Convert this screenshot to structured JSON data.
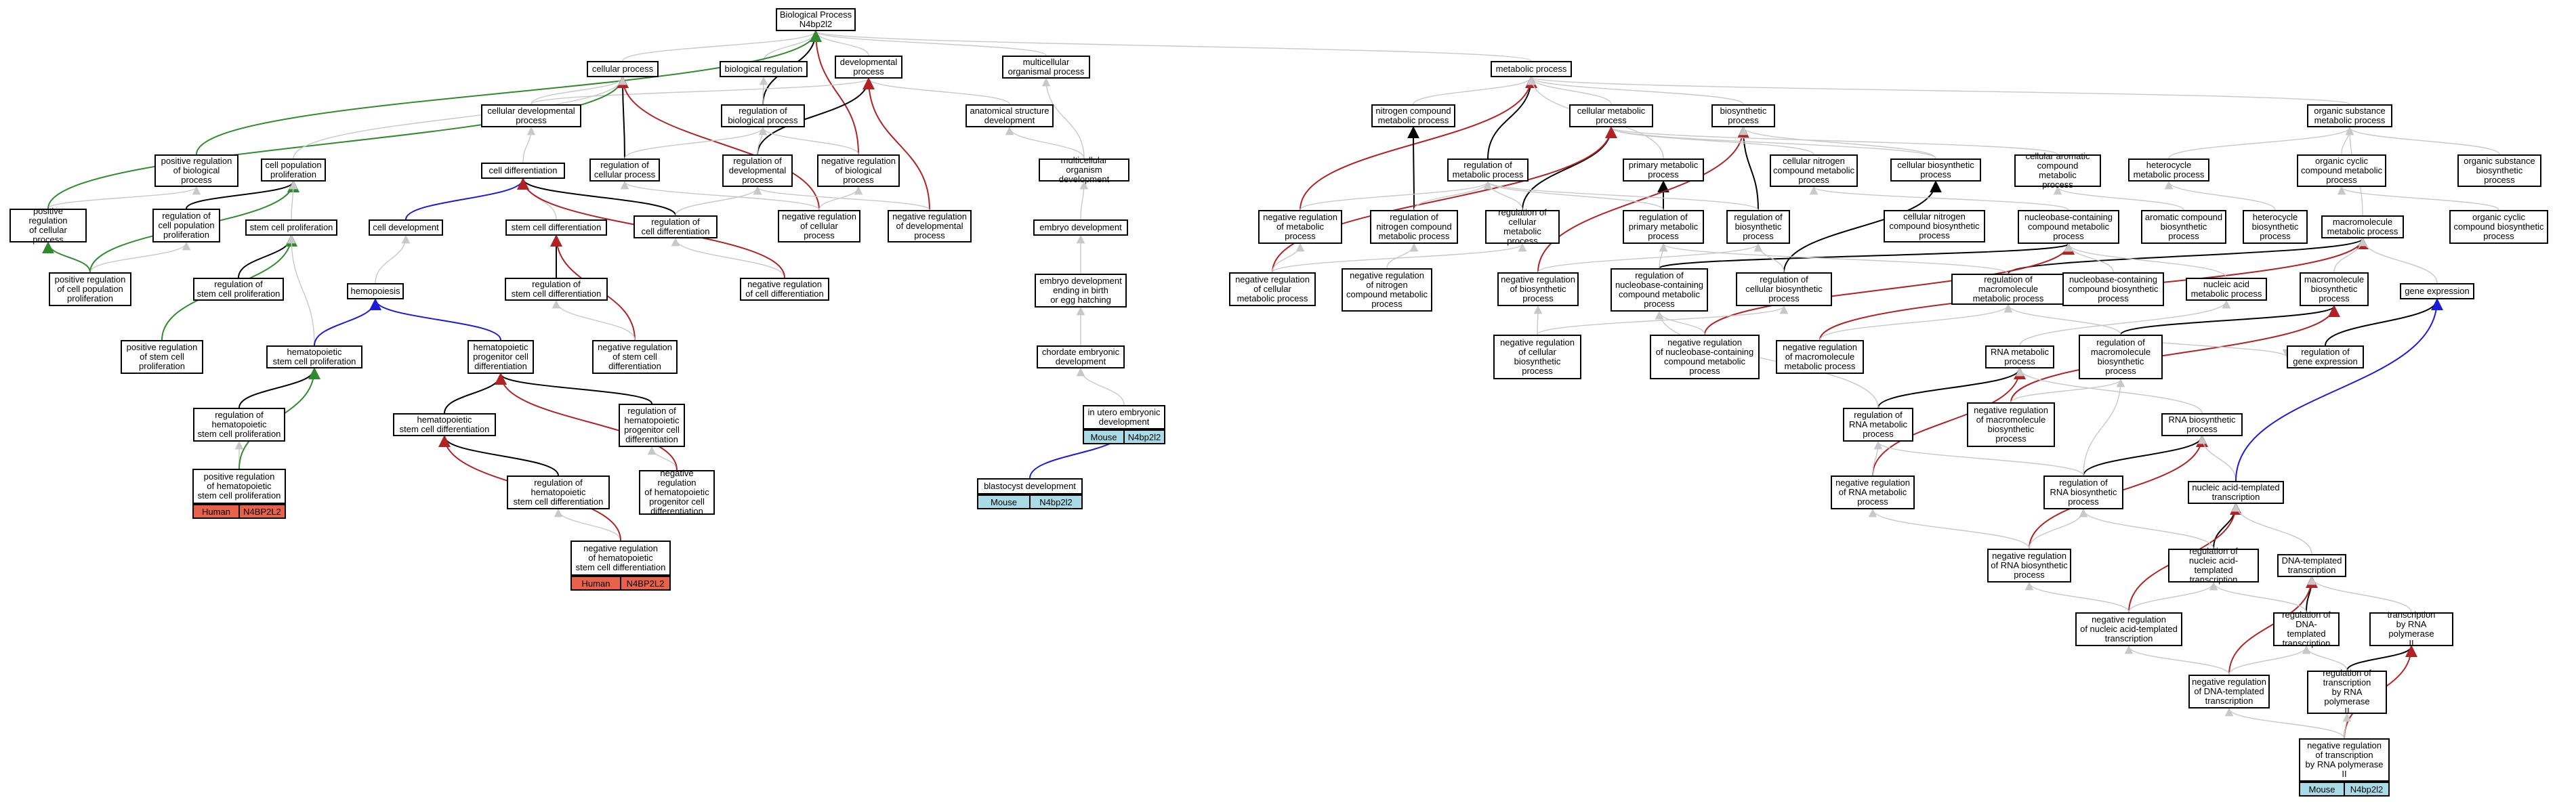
{
  "colors": {
    "grey": "#c8c8c8",
    "black": "#000000",
    "green": "#2e8b2e",
    "blue": "#1a1adb",
    "red": "#b22222",
    "human": "#e8614a",
    "mouse": "#a9dbe6"
  },
  "nodes": {
    "bp": "Biological Process\nN4bp2l2",
    "cellular_process": "cellular process",
    "biological_regulation": "biological regulation",
    "developmental_process": "developmental\nprocess",
    "multicellular_organismal_process": "multicellular\norganismal process",
    "regulation_of_biological_process": "regulation of\nbiological process",
    "cellular_developmental_process": "cellular developmental\nprocess",
    "anatomical_structure_development": "anatomical structure\ndevelopment",
    "pos_reg_biological_process": "positive regulation\nof biological\nprocess",
    "cell_population_proliferation": "cell population\nproliferation",
    "cell_differentiation": "cell differentiation",
    "regulation_of_cellular_process": "regulation of\ncellular process",
    "regulation_of_developmental_process": "regulation of\ndevelopmental\nprocess",
    "neg_reg_biological_process": "negative regulation\nof biological\nprocess",
    "multicellular_organism_development": "multicellular\norganism development",
    "pos_reg_cellular_process": "positive regulation\nof cellular\nprocess",
    "reg_cell_population_proliferation": "regulation of\ncell population\nproliferation",
    "stem_cell_proliferation": "stem cell proliferation",
    "cell_development": "cell development",
    "stem_cell_differentiation": "stem cell differentiation",
    "regulation_of_cell_differentiation": "regulation of\ncell differentiation",
    "neg_reg_cellular_process": "negative regulation\nof cellular\nprocess",
    "neg_reg_developmental_process": "negative regulation\nof developmental\nprocess",
    "embryo_development": "embryo development",
    "pos_reg_cell_population_proliferation": "positive regulation\nof cell population\nproliferation",
    "reg_stem_cell_proliferation": "regulation of\nstem cell proliferation",
    "hemopoiesis": "hemopoiesis",
    "reg_stem_cell_differentiation": "regulation of\nstem cell differentiation",
    "neg_reg_cell_differentiation": "negative regulation\nof cell differentiation",
    "embryo_development_ending": "embryo development\nending in birth\nor egg hatching",
    "pos_reg_stem_cell_proliferation": "positive regulation\nof stem cell\nproliferation",
    "hematopoietic_stem_cell_proliferation": "hematopoietic\nstem cell proliferation",
    "hematopoietic_progenitor_cell_differentiation": "hematopoietic\nprogenitor cell\ndifferentiation",
    "neg_reg_stem_cell_differentiation": "negative regulation\nof stem cell\ndifferentiation",
    "chordate_embryonic_development": "chordate embryonic\ndevelopment",
    "reg_hematopoietic_stem_cell_proliferation": "regulation of\nhematopoietic\nstem cell proliferation",
    "hematopoietic_stem_cell_differentiation": "hematopoietic\nstem cell differentiation",
    "reg_hematopoietic_progenitor_cell_differentiation": "regulation of\nhematopoietic\nprogenitor cell\ndifferentiation",
    "in_utero_embryonic_development": "in utero embryonic\ndevelopment",
    "pos_reg_hematopoietic_stem_cell_proliferation": "positive regulation\nof hematopoietic\nstem cell proliferation",
    "reg_hematopoietic_stem_cell_differentiation": "regulation of\nhematopoietic\nstem cell differentiation",
    "neg_reg_hematopoietic_progenitor_cell_differentiation": "negative regulation\nof hematopoietic\nprogenitor cell\ndifferentiation",
    "blastocyst_development": "blastocyst development",
    "neg_reg_hematopoietic_stem_cell_differentiation": "negative regulation\nof hematopoietic\nstem cell differentiation",
    "metabolic_process": "metabolic process",
    "nitrogen_compound_metabolic_process": "nitrogen compound\nmetabolic process",
    "cellular_metabolic_process": "cellular metabolic\nprocess",
    "biosynthetic_process": "biosynthetic\nprocess",
    "organic_substance_metabolic_process": "organic substance\nmetabolic process",
    "regulation_of_metabolic_process": "regulation of\nmetabolic process",
    "primary_metabolic_process": "primary metabolic\nprocess",
    "cellular_nitrogen_compound_metabolic_process": "cellular nitrogen\ncompound metabolic\nprocess",
    "cellular_biosynthetic_process": "cellular biosynthetic\nprocess",
    "cellular_aromatic_compound_metabolic_process": "cellular aromatic\ncompound metabolic\nprocess",
    "heterocycle_metabolic_process": "heterocycle\nmetabolic process",
    "organic_cyclic_compound_metabolic_process": "organic cyclic\ncompound metabolic\nprocess",
    "organic_substance_biosynthetic_process": "organic substance\nbiosynthetic\nprocess",
    "neg_reg_metabolic_process": "negative regulation\nof metabolic\nprocess",
    "reg_nitrogen_compound_metabolic_process": "regulation of\nnitrogen compound\nmetabolic process",
    "reg_cellular_metabolic_process": "regulation of\ncellular metabolic\nprocess",
    "reg_primary_metabolic_process": "regulation of\nprimary metabolic\nprocess",
    "reg_biosynthetic_process": "regulation of\nbiosynthetic\nprocess",
    "cellular_nitrogen_compound_biosynthetic_process": "cellular nitrogen\ncompound biosynthetic\nprocess",
    "nucleobase_containing_compound_metabolic_process": "nucleobase-containing\ncompound metabolic\nprocess",
    "aromatic_compound_biosynthetic_process": "aromatic compound\nbiosynthetic\nprocess",
    "heterocycle_biosynthetic_process": "heterocycle\nbiosynthetic\nprocess",
    "macromolecule_metabolic_process": "macromolecule\nmetabolic process",
    "organic_cyclic_compound_biosynthetic_process": "organic cyclic\ncompound biosynthetic\nprocess",
    "neg_reg_cellular_metabolic_process": "negative regulation\nof cellular\nmetabolic process",
    "neg_reg_nitrogen_compound_metabolic_process": "negative regulation\nof nitrogen\ncompound metabolic\nprocess",
    "neg_reg_biosynthetic_process": "negative regulation\nof biosynthetic\nprocess",
    "reg_nucleobase_containing_compound_metabolic_process": "regulation of\nnucleobase-containing\ncompound metabolic\nprocess",
    "reg_cellular_biosynthetic_process": "regulation of\ncellular biosynthetic\nprocess",
    "reg_macromolecule_metabolic_process": "regulation of macromolecule\nmetabolic process",
    "nucleobase_containing_compound_biosynthetic_process": "nucleobase-containing\ncompound biosynthetic\nprocess",
    "nucleic_acid_metabolic_process": "nucleic acid\nmetabolic process",
    "macromolecule_biosynthetic_process": "macromolecule\nbiosynthetic\nprocess",
    "gene_expression": "gene expression",
    "neg_reg_cellular_biosynthetic_process": "negative regulation\nof cellular\nbiosynthetic\nprocess",
    "neg_reg_nucleobase_containing_compound_metabolic_process": "negative regulation\nof nucleobase-containing\ncompound metabolic\nprocess",
    "neg_reg_macromolecule_metabolic_process": "negative regulation\nof macromolecule\nmetabolic process",
    "rna_metabolic_process": "RNA metabolic\nprocess",
    "reg_macromolecule_biosynthetic_process": "regulation of\nmacromolecule\nbiosynthetic\nprocess",
    "reg_gene_expression": "regulation of\ngene expression",
    "reg_rna_metabolic_process": "regulation of\nRNA metabolic\nprocess",
    "neg_reg_macromolecule_biosynthetic_process": "negative regulation\nof macromolecule\nbiosynthetic\nprocess",
    "rna_biosynthetic_process": "RNA biosynthetic\nprocess",
    "neg_reg_rna_metabolic_process": "negative regulation\nof RNA metabolic\nprocess",
    "reg_rna_biosynthetic_process": "regulation of\nRNA biosynthetic\nprocess",
    "nucleic_acid_templated_transcription": "nucleic acid-templated\ntranscription",
    "neg_reg_rna_biosynthetic_process": "negative regulation\nof RNA biosynthetic\nprocess",
    "reg_nucleic_acid_templated_transcription": "regulation of\nnucleic acid-templated\ntranscription",
    "dna_templated_transcription": "DNA-templated\ntranscription",
    "neg_reg_nucleic_acid_templated_transcription": "negative regulation\nof nucleic acid-templated\ntranscription",
    "reg_dna_templated_transcription": "regulation of\nDNA-templated\ntranscription",
    "transcription_by_rna_polymerase_ii": "transcription\nby RNA polymerase\nII",
    "neg_reg_dna_templated_transcription": "negative regulation\nof DNA-templated\ntranscription",
    "reg_transcription_by_rna_polymerase_ii": "regulation of\ntranscription\nby RNA polymerase\nII",
    "neg_reg_transcription_by_rna_polymerase_ii": "negative regulation\nof transcription\nby RNA polymerase\nII"
  },
  "species_tags": [
    {
      "species": "Human",
      "gene": "N4BP2L2"
    },
    {
      "species": "Human",
      "gene": "N4BP2L2"
    },
    {
      "species": "Mouse",
      "gene": "N4bp2l2"
    },
    {
      "species": "Mouse",
      "gene": "N4bp2l2"
    },
    {
      "species": "Mouse",
      "gene": "N4bp2l2"
    }
  ]
}
